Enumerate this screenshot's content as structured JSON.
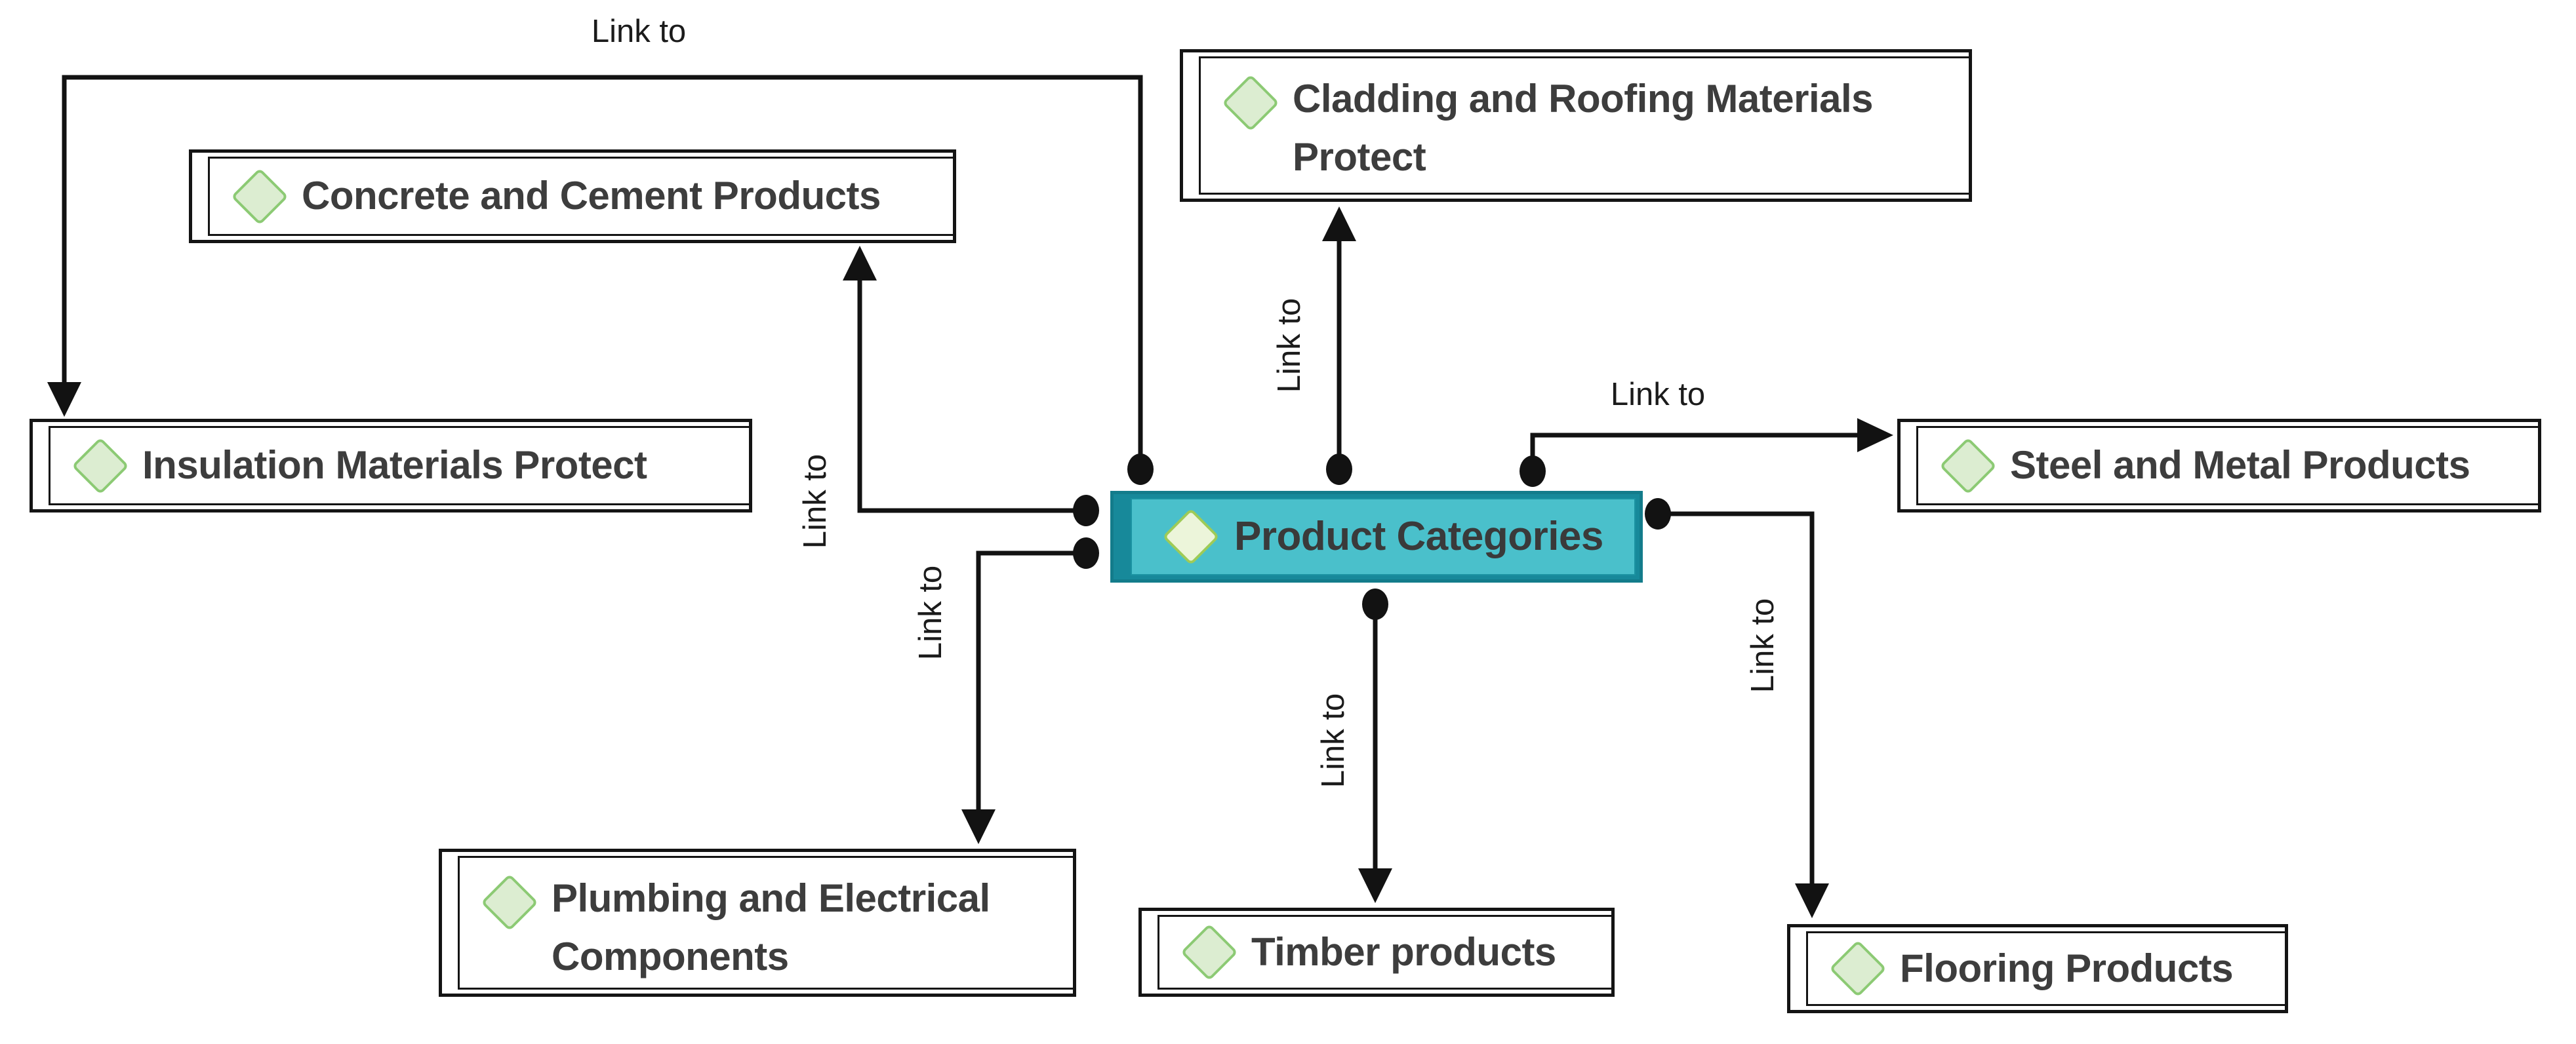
{
  "diagram": {
    "center_node": {
      "id": "product-categories",
      "label": "Product Categories",
      "icon": "diamond-icon"
    },
    "nodes": [
      {
        "id": "cladding-roofing",
        "label": "Cladding and Roofing Materials Protect",
        "icon": "diamond-icon"
      },
      {
        "id": "concrete-cement",
        "label": "Concrete and Cement Products",
        "icon": "diamond-icon"
      },
      {
        "id": "insulation",
        "label": "Insulation Materials Protect",
        "icon": "diamond-icon"
      },
      {
        "id": "steel-metal",
        "label": "Steel and Metal Products",
        "icon": "diamond-icon"
      },
      {
        "id": "plumbing-electrical",
        "label": "Plumbing and Electrical Components",
        "icon": "diamond-icon"
      },
      {
        "id": "timber",
        "label": "Timber products",
        "icon": "diamond-icon"
      },
      {
        "id": "flooring",
        "label": "Flooring Products",
        "icon": "diamond-icon"
      }
    ],
    "links": [
      {
        "from": "product-categories",
        "to": "insulation",
        "label": "Link to"
      },
      {
        "from": "product-categories",
        "to": "cladding-roofing",
        "label": "Link to"
      },
      {
        "from": "product-categories",
        "to": "steel-metal",
        "label": "Link to"
      },
      {
        "from": "product-categories",
        "to": "concrete-cement",
        "label": "Link to"
      },
      {
        "from": "product-categories",
        "to": "plumbing-electrical",
        "label": "Link to"
      },
      {
        "from": "product-categories",
        "to": "timber",
        "label": "Link to"
      },
      {
        "from": "product-categories",
        "to": "flooring",
        "label": "Link to"
      }
    ],
    "colors": {
      "center_fill": "#4ac0cb",
      "center_accent": "#17899a",
      "center_border": "#137c8b",
      "box_fill": "#ffffff",
      "box_border": "#141414",
      "diamond_fill": "#dcedd1",
      "diamond_border": "#8cca74",
      "center_diamond_fill": "#ecf5da",
      "center_diamond_border": "#9ecb57",
      "text": "#3d3d3d",
      "connector": "#121212",
      "background": "#ffffff"
    }
  }
}
